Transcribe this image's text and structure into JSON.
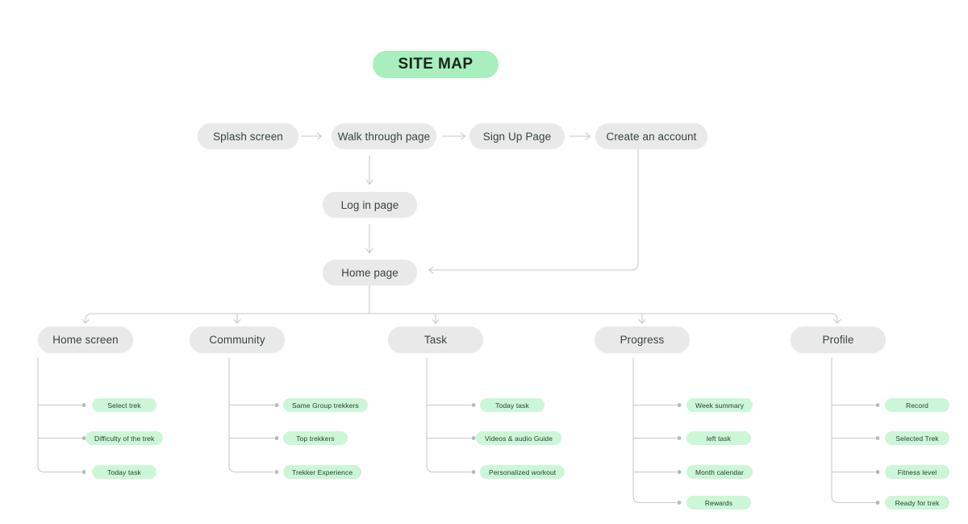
{
  "title": "SITE MAP",
  "colors": {
    "title_pill_green": "#a9eebd",
    "leaf_pill_green": "#ccf6d8",
    "node_pill_gray": "#e9e9e9",
    "connector_gray": "#c8cac8",
    "text_dark": "#36443c"
  },
  "flow": {
    "top": [
      {
        "label": "Splash screen"
      },
      {
        "label": "Walk through page"
      },
      {
        "label": "Sign Up Page"
      },
      {
        "label": "Create an account"
      }
    ],
    "mid": [
      {
        "label": "Log in page"
      },
      {
        "label": "Home page"
      }
    ]
  },
  "sections": [
    {
      "label": "Home screen",
      "items": [
        "Select trek",
        "Difficulty of the trek",
        "Today task"
      ]
    },
    {
      "label": "Community",
      "items": [
        "Same Group trekkers",
        "Top trekkers",
        "Trekker Experience"
      ]
    },
    {
      "label": "Task",
      "items": [
        "Today task",
        "Videos & audio Guide",
        "Personalized workout"
      ]
    },
    {
      "label": "Progress",
      "items": [
        "Week summary",
        "left task",
        "Month calendar",
        "Rewards"
      ]
    },
    {
      "label": "Profile",
      "items": [
        "Record",
        "Selected Trek",
        "Fitness level",
        "Ready for trek"
      ]
    }
  ]
}
